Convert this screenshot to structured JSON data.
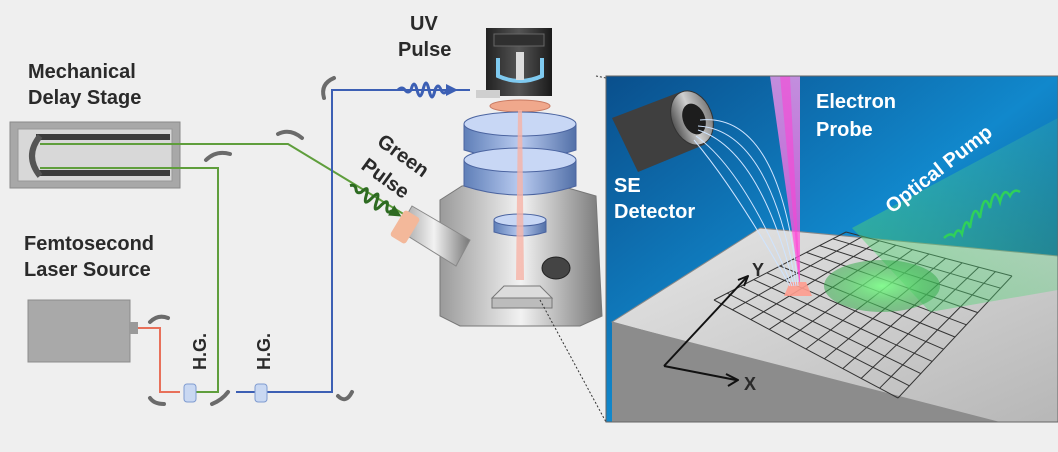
{
  "labels": {
    "delay_stage_line1": "Mechanical",
    "delay_stage_line2": "Delay Stage",
    "laser_line1": "Femtosecond",
    "laser_line2": "Laser Source",
    "hg1": "H.G.",
    "hg2": "H.G.",
    "uv_line1": "UV",
    "uv_line2": "Pulse",
    "green_line1": "Green",
    "green_line2": "Pulse",
    "electron_line1": "Electron",
    "electron_line2": "Probe",
    "se_line1": "SE",
    "se_line2": "Detector",
    "optical_pump": "Optical Pump",
    "axis_y": "Y",
    "axis_x": "X"
  },
  "colors": {
    "green_beam": "#5f9e3c",
    "uv_beam": "#3c5fb4",
    "red_beam": "#e8705a",
    "inset_bg": "#0c6fb6",
    "electron_beam": "#ff5ce0",
    "pump_beam": "#4ecf6a"
  }
}
